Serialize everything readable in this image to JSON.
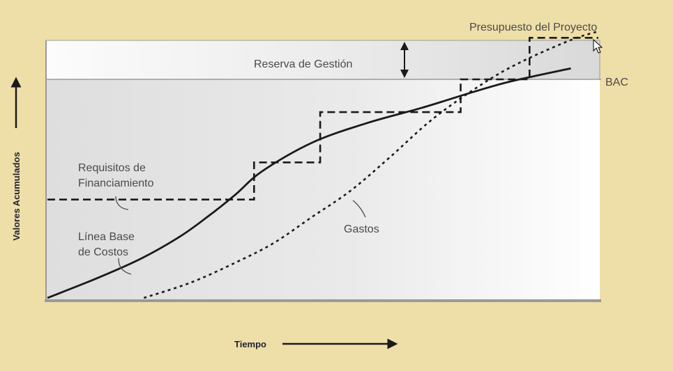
{
  "chart_data": {
    "type": "line",
    "title": "",
    "xlabel": "Tiempo",
    "ylabel": "Valores Acumulados",
    "annotations": {
      "project_budget": "Presupuesto del Proyecto",
      "management_reserve": "Reserva de Gestión",
      "bac": "BAC",
      "funding_requirements": "Requisitos de Financiamiento",
      "cost_baseline": "Línea Base de Costos",
      "expenditures": "Gastos"
    },
    "series": [
      {
        "name": "Línea Base de Costos",
        "style": "solid",
        "x": [
          0,
          0.09,
          0.17,
          0.24,
          0.29,
          0.34,
          0.39,
          0.48,
          0.58,
          0.68,
          0.77,
          0.84,
          0.95
        ],
        "y": [
          0,
          0.09,
          0.18,
          0.28,
          0.37,
          0.47,
          0.58,
          0.71,
          0.8,
          0.87,
          0.94,
          0.99,
          1.05
        ]
      },
      {
        "name": "Gastos",
        "style": "dotted",
        "x": [
          0.175,
          0.26,
          0.34,
          0.41,
          0.48,
          0.55,
          0.62,
          0.7,
          0.79,
          0.86,
          0.95,
          1.0
        ],
        "y": [
          0,
          0.07,
          0.16,
          0.25,
          0.37,
          0.49,
          0.64,
          0.82,
          0.98,
          1.08,
          1.18,
          1.22
        ]
      },
      {
        "name": "Requisitos de Financiamiento",
        "style": "dashed-step",
        "x": [
          0,
          0.375,
          0.375,
          0.495,
          0.495,
          0.75,
          0.75,
          0.875,
          0.875,
          1.0
        ],
        "y": [
          0.45,
          0.45,
          0.62,
          0.62,
          0.85,
          0.85,
          1.0,
          1.0,
          1.19,
          1.19
        ]
      }
    ],
    "bac_level": 1.0,
    "budget_level": 1.19,
    "xlim": [
      0,
      1
    ],
    "ylim": [
      0,
      1.2
    ],
    "grid": false,
    "legend": "none"
  }
}
